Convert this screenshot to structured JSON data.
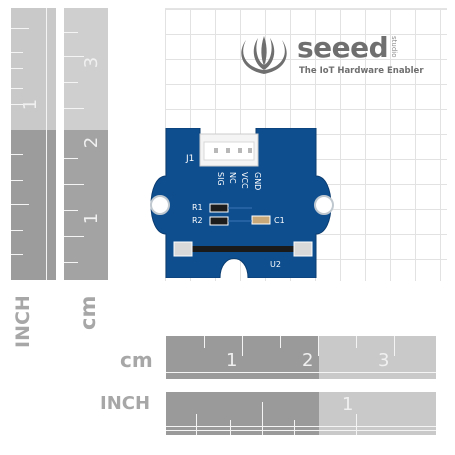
{
  "logo": {
    "brand": "seeed",
    "studio": "studio",
    "tagline": "The IoT Hardware Enabler"
  },
  "rulers": {
    "vertical_inch": {
      "unit_label": "INCH",
      "numbers": [
        "1"
      ]
    },
    "vertical_cm": {
      "unit_label": "cm",
      "numbers": [
        "3",
        "2",
        "1"
      ]
    },
    "horizontal_cm": {
      "unit_label": "cm",
      "numbers": [
        "1",
        "2",
        "3"
      ]
    },
    "horizontal_inch": {
      "unit_label": "INCH",
      "numbers": [
        "1"
      ]
    }
  },
  "board": {
    "connector_label": "J1",
    "pins": [
      "SIG",
      "NC",
      "VCC",
      "GND"
    ],
    "resistors": [
      "R1",
      "R2"
    ],
    "capacitor": "C1",
    "sensor_label": "U2"
  },
  "colors": {
    "pcb": "#0e4e8f",
    "ruler_dark": "#9c9c9c",
    "ruler_light": "#c9c9c9",
    "logo_gray": "#6f6f6f"
  }
}
